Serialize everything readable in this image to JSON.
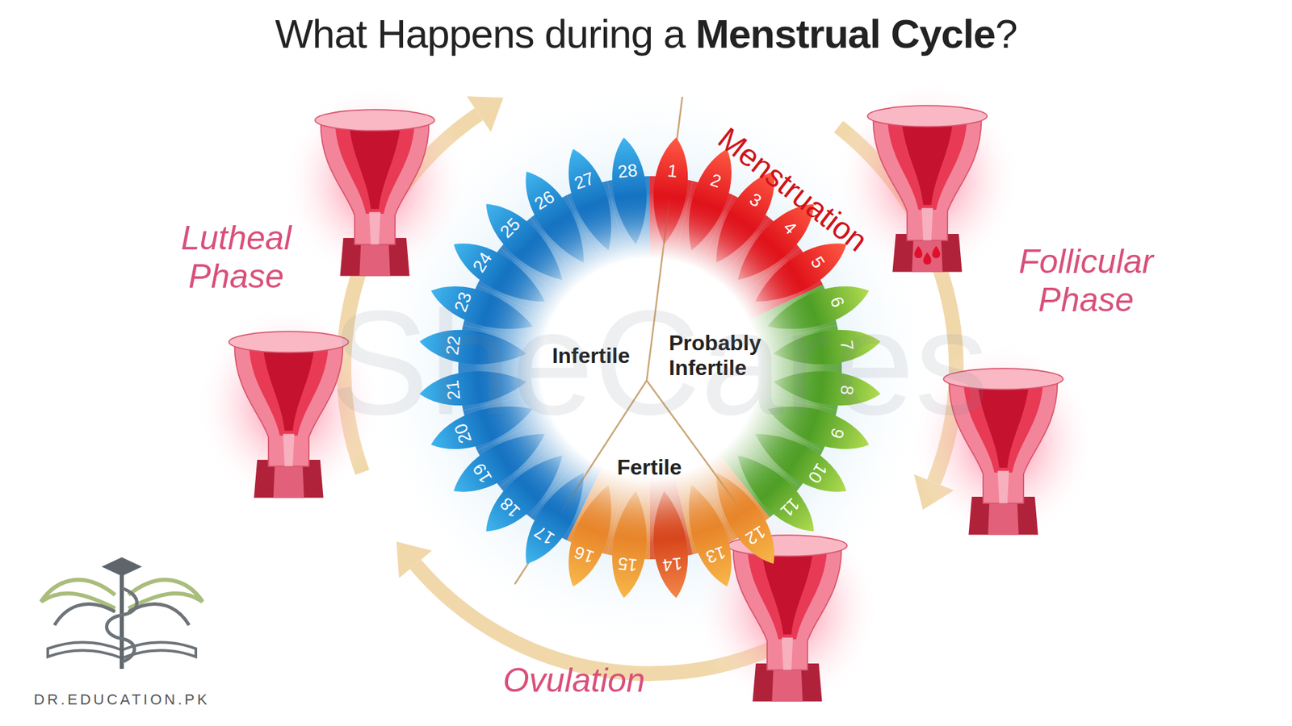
{
  "diagram": {
    "title": "What Happens during a Menstrual Cycle?",
    "nodes": [
      {
        "text": [
          "1"
        ]
      },
      {
        "text": [
          "2"
        ]
      },
      {
        "text": [
          "3"
        ]
      },
      {
        "text": [
          "4"
        ]
      },
      {
        "text": [
          "5"
        ]
      },
      {
        "text": [
          "6"
        ]
      },
      {
        "text": [
          "7"
        ]
      },
      {
        "text": [
          "8"
        ]
      },
      {
        "text": [
          "9"
        ]
      },
      {
        "text": [
          "10"
        ]
      },
      {
        "text": [
          "11"
        ]
      },
      {
        "text": [
          "12"
        ]
      },
      {
        "text": [
          "13"
        ]
      },
      {
        "text": [
          "14"
        ]
      },
      {
        "text": [
          "15"
        ]
      },
      {
        "text": [
          "16"
        ]
      },
      {
        "text": [
          "17"
        ]
      },
      {
        "text": [
          "18"
        ]
      },
      {
        "text": [
          "19"
        ]
      },
      {
        "text": [
          "20"
        ]
      },
      {
        "text": [
          "21"
        ]
      },
      {
        "text": [
          "22"
        ]
      },
      {
        "text": [
          "23"
        ]
      },
      {
        "text": [
          "24"
        ]
      },
      {
        "text": [
          "25"
        ]
      },
      {
        "text": [
          "26"
        ]
      },
      {
        "text": [
          "27"
        ]
      },
      {
        "text": [
          "28"
        ]
      }
    ],
    "labels": [
      "Menstruation",
      "Follicular Phase",
      "Lutheal Phase",
      "Ovulation",
      "Infertile",
      "Probably Infertile",
      "Fertile",
      "SheCares",
      "DR.EDUCATION.PK"
    ]
  }
}
